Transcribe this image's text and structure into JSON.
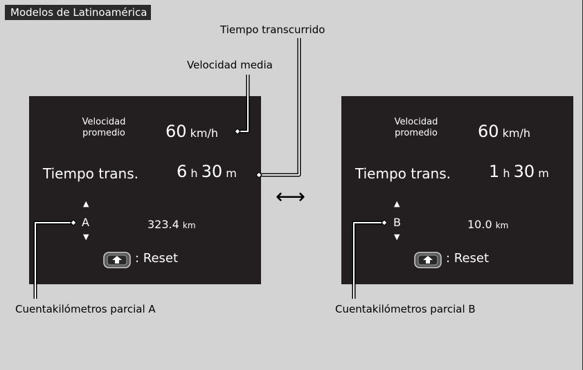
{
  "region_tag": "Modelos de Latinoamérica",
  "callouts": {
    "elapsed_time": "Tiempo transcurrido",
    "average_speed": "Velocidad media",
    "trip_a": "Cuentakilómetros parcial A",
    "trip_b": "Cuentakilómetros parcial B"
  },
  "swap_symbol": "⟷",
  "screen_a": {
    "avg_label_line1": "Velocidad",
    "avg_label_line2": "promedio",
    "avg_value": "60",
    "avg_unit": "km/h",
    "time_label": "Tiempo trans.",
    "hours": "6",
    "hours_unit": "h",
    "minutes": "30",
    "minutes_unit": "m",
    "trip_letter": "A",
    "distance": "323.4",
    "distance_unit": "km",
    "reset_label": ": Reset"
  },
  "screen_b": {
    "avg_label_line1": "Velocidad",
    "avg_label_line2": "promedio",
    "avg_value": "60",
    "avg_unit": "km/h",
    "time_label": "Tiempo trans.",
    "hours": "1",
    "hours_unit": "h",
    "minutes": "30",
    "minutes_unit": "m",
    "trip_letter": "B",
    "distance": "10.0",
    "distance_unit": "km",
    "reset_label": ": Reset"
  },
  "colors": {
    "background": "#d3d3d3",
    "screen": "#231f20",
    "tag_background": "#2b2b2b",
    "text_on_screen": "#ffffff"
  },
  "icons": {
    "reset": "steering-button-icon",
    "trip_up": "triangle-up-icon",
    "trip_down": "triangle-down-icon"
  }
}
